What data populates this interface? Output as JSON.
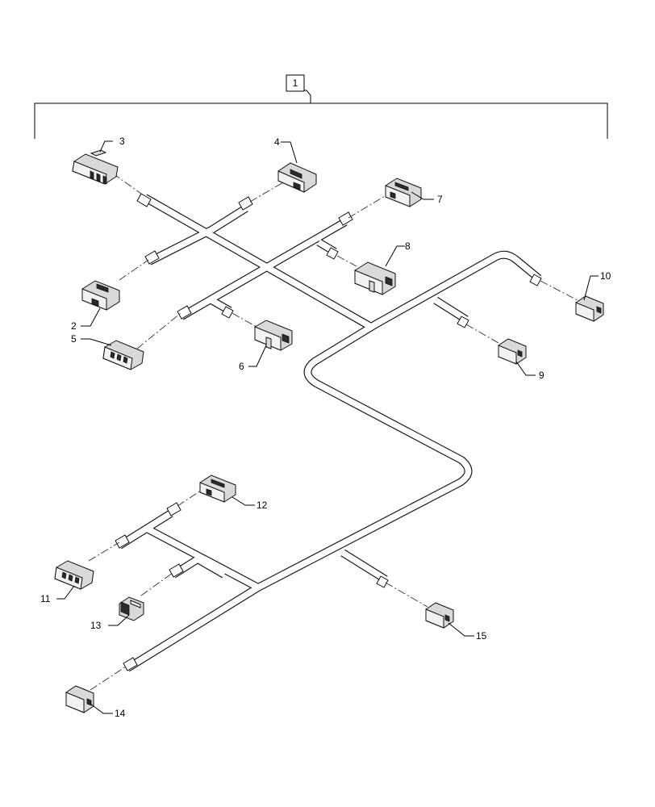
{
  "assembly_ref": "1",
  "callouts": {
    "c2": "2",
    "c3": "3",
    "c4": "4",
    "c5": "5",
    "c6": "6",
    "c7": "7",
    "c8": "8",
    "c9": "9",
    "c10": "10",
    "c11": "11",
    "c12": "12",
    "c13": "13",
    "c14": "14",
    "c15": "15"
  }
}
